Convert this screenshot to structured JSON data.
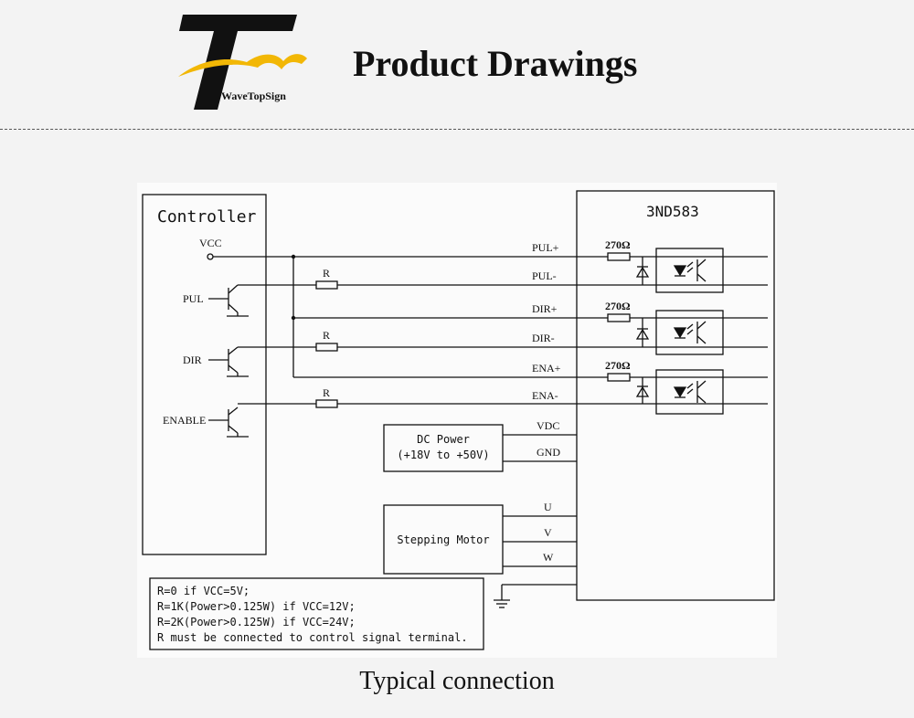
{
  "header": {
    "logo_text": "WaveTopSign",
    "title": "Product Drawings"
  },
  "diagram": {
    "controller": {
      "title": "Controller",
      "vcc": "VCC",
      "pul": "PUL",
      "dir": "DIR",
      "enable": "ENABLE"
    },
    "driver": {
      "title": "3ND583",
      "terminals": [
        "PUL+",
        "PUL-",
        "DIR+",
        "DIR-",
        "ENA+",
        "ENA-",
        "VDC",
        "GND",
        "U",
        "V",
        "W"
      ],
      "resistor_label": "270Ω"
    },
    "resistor_label": "R",
    "dc_power": {
      "line1": "DC Power",
      "line2": "(+18V to +50V)"
    },
    "motor": {
      "label": "Stepping Motor"
    },
    "notes": [
      "R=0 if VCC=5V;",
      "R=1K(Power>0.125W) if VCC=12V;",
      "R=2K(Power>0.125W) if VCC=24V;",
      "R must be connected to control signal terminal."
    ]
  },
  "caption": "Typical connection",
  "colors": {
    "logo_black": "#111111",
    "logo_yellow": "#f2b705",
    "line": "#111111"
  }
}
